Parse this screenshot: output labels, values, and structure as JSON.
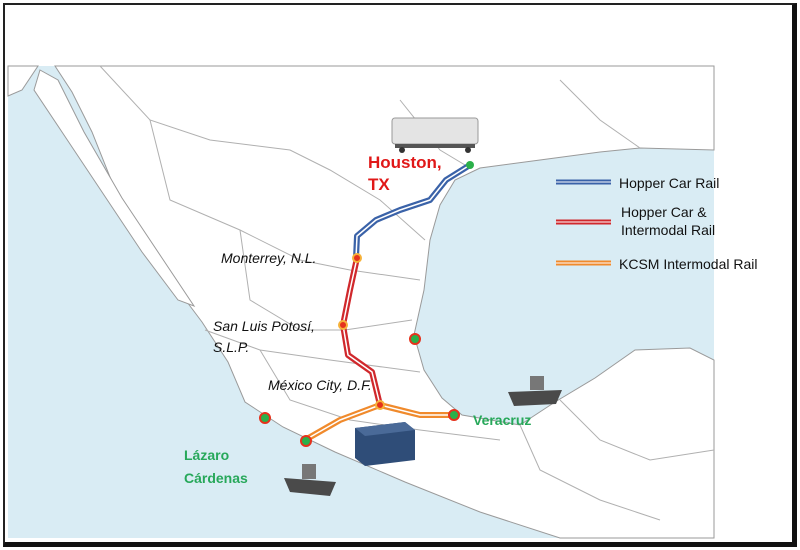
{
  "map": {
    "origin": {
      "name": "Houston,",
      "line2": "TX"
    },
    "cities": [
      {
        "name": "Monterrey, N.L."
      },
      {
        "name": "San Luis Potosí,",
        "line2": "S.L.P."
      },
      {
        "name": "México City, D.F."
      }
    ],
    "ports": [
      {
        "name": "Veracruz"
      },
      {
        "name": "Lázaro",
        "line2": "Cárdenas"
      }
    ],
    "legend": [
      {
        "label": "Hopper Car Rail",
        "color": "#3a62a8"
      },
      {
        "label": "Hopper Car &",
        "line2": "Intermodal Rail",
        "color": "#d0282c"
      },
      {
        "label": "KCSM Intermodal Rail",
        "color": "#f08a2c"
      }
    ],
    "colors": {
      "sea": "#d9ecf4",
      "land": "#ffffff",
      "border": "#9a9a9a",
      "port_dot": "#2bb04a",
      "node_dot": "#e5321c"
    },
    "icons": [
      "hopper-railcar-icon",
      "shipping-container-icon",
      "cargo-ship-icon"
    ]
  }
}
